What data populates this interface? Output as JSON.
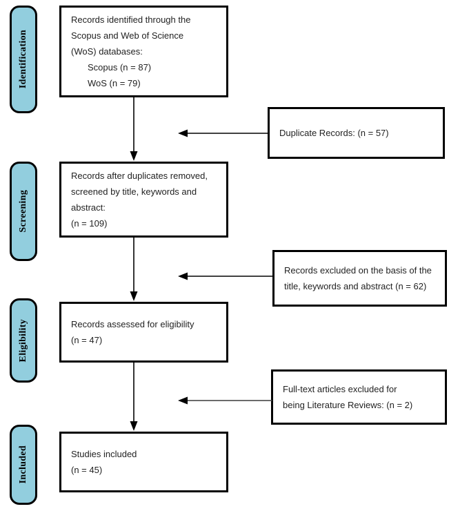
{
  "diagram": {
    "type": "prisma-flow-diagram",
    "colors": {
      "stage_pill_fill": "#92cede",
      "stroke": "#000000",
      "box_fill": "#ffffff",
      "text": "#222222"
    },
    "stages": [
      {
        "id": "identification",
        "label": "Identification"
      },
      {
        "id": "screening",
        "label": "Screening"
      },
      {
        "id": "eligibility",
        "label": "Eligibility"
      },
      {
        "id": "included",
        "label": "Included"
      }
    ],
    "main_boxes": [
      {
        "id": "records-identified",
        "lines": [
          {
            "text": "Records identified through the",
            "indent": false
          },
          {
            "text": "Scopus and Web of Science",
            "indent": false
          },
          {
            "text": "(WoS) databases:",
            "indent": false
          },
          {
            "text": "Scopus (n = 87)",
            "indent": true
          },
          {
            "text": "WoS (n = 79)",
            "indent": true
          }
        ]
      },
      {
        "id": "records-after-duplicates",
        "lines": [
          {
            "text": "Records after duplicates removed,",
            "indent": false
          },
          {
            "text": "screened by title, keywords and",
            "indent": false
          },
          {
            "text": "abstract:",
            "indent": false
          },
          {
            "text": "(n = 109)",
            "indent": false
          }
        ]
      },
      {
        "id": "records-assessed",
        "lines": [
          {
            "text": "Records assessed for eligibility",
            "indent": false
          },
          {
            "text": "(n = 47)",
            "indent": false
          }
        ]
      },
      {
        "id": "studies-included",
        "lines": [
          {
            "text": "Studies included",
            "indent": false
          },
          {
            "text": "(n = 45)",
            "indent": false
          }
        ]
      }
    ],
    "exclusion_boxes": [
      {
        "id": "duplicate-records",
        "lines": [
          {
            "text": "Duplicate Records: (n = 57)",
            "indent": false
          }
        ]
      },
      {
        "id": "records-excluded",
        "lines": [
          {
            "text": "Records excluded on the basis of the",
            "indent": false
          },
          {
            "text": "title, keywords and abstract (n = 62)",
            "indent": false
          }
        ]
      },
      {
        "id": "fulltext-excluded",
        "lines": [
          {
            "text": "Full-text articles excluded for",
            "indent": false
          },
          {
            "text": "being Literature Reviews: (n = 2)",
            "indent": false
          }
        ]
      }
    ],
    "counts": {
      "scopus": 87,
      "wos": 79,
      "duplicates_removed": 57,
      "after_duplicates": 109,
      "excluded_title_keywords_abstract": 62,
      "assessed_eligibility": 47,
      "excluded_literature_reviews": 2,
      "studies_included": 45
    }
  }
}
